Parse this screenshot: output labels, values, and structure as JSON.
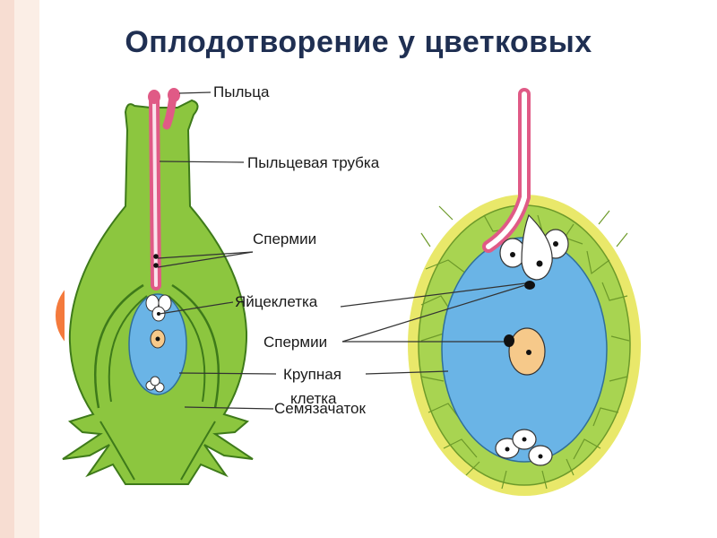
{
  "slide": {
    "title": "Оплодотворение у цветковых"
  },
  "colors": {
    "title": "#1f2f52",
    "stripe_left": "#f7ddd2",
    "stripe_mid": "#fbeee6",
    "orange_circle": "#f47a3c",
    "tissue_green": "#8cc63f",
    "tissue_dark": "#3e7a1a",
    "cavity_blue": "#6ab4e6",
    "pollen_tube_pink": "#e05a86",
    "outer_tissue_yellow": "#e9e86a",
    "egg_orange": "#f6c98a"
  },
  "labels": {
    "pollen": "Пыльца",
    "pollen_tube": "Пыльцевая трубка",
    "sperm_upper": "Спермии",
    "egg_cell": "Яйцеклетка",
    "sperm_lower": "Спермии",
    "large_cell_line1": "Крупная",
    "large_cell_line2": "клетка",
    "ovule": "Семязачаток"
  }
}
